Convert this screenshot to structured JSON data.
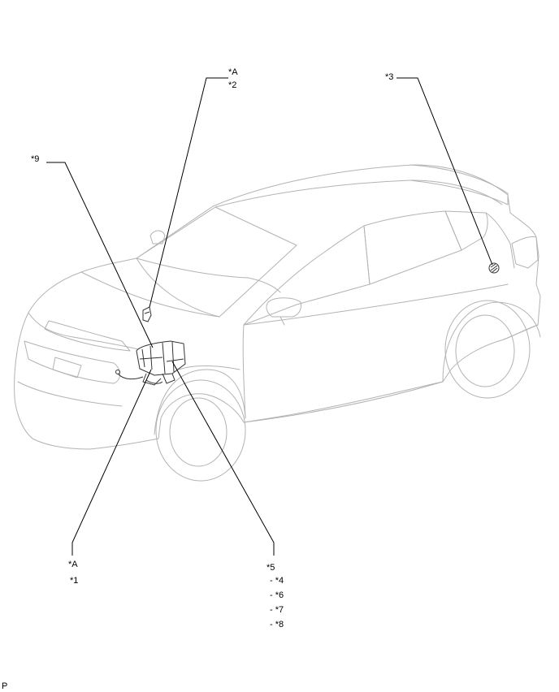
{
  "labels": {
    "top_a": "*A",
    "top_2": "*2",
    "top_3": "*3",
    "left_9": "*9",
    "bottom_a": "*A",
    "bottom_1": "*1",
    "bottom_5": "*5",
    "sub_4": "- *4",
    "sub_6": "- *6",
    "sub_7": "- *7",
    "sub_8": "- *8",
    "corner_p": "P"
  },
  "colors": {
    "car_outline": "#b3b3b3",
    "part_outline": "#333333",
    "leader_line": "#000000"
  }
}
